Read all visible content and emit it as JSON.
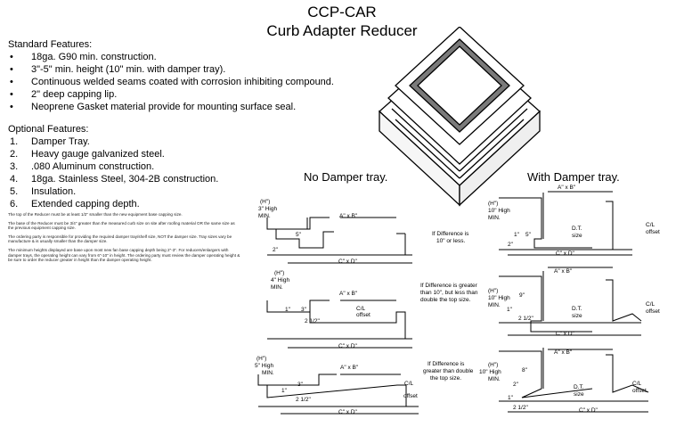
{
  "title": "CCP-CAR",
  "subtitle": "Curb Adapter Reducer",
  "standard": {
    "heading": "Standard Features:",
    "items": [
      "18ga. G90 min. construction.",
      "3\"-5\" min. height (10\" min. with damper tray).",
      "Continuous welded seams coated with corrosion inhibiting compound.",
      "2\" deep capping lip.",
      "Neoprene Gasket material provide for mounting surface seal."
    ]
  },
  "optional": {
    "heading": "Optional Features:",
    "items": [
      {
        "num": "1.",
        "text": "Damper Tray."
      },
      {
        "num": "2.",
        "text": "Heavy gauge galvanized steel."
      },
      {
        "num": "3.",
        "text": ".080 Aluminum construction."
      },
      {
        "num": "4.",
        "text": "18ga. Stainless Steel, 304-2B construction."
      },
      {
        "num": "5.",
        "text": "Insulation."
      },
      {
        "num": "6.",
        "text": "Extended capping depth."
      }
    ]
  },
  "notes": [
    "The top of the Reducer must be at least 1/2\" smaller than the new equipment base capping size.",
    "The base of the Reducer must be 3/4\" greater than the measured curb size on site after roofing material OR the same size as the previous equipment capping size.",
    "The ordering party is responsible for providing the required damper tray/shelf size, NOT the damper size. Tray sizes vary be manufacture & is usually smaller than the damper size.",
    "The minimum heights displayed are base upon most new fan base capping depth being 2\"-3\". For reducers/enlargers with damper trays, the operating height can vary from 6\"-10\" in height. The ordering party must review the damper operating height & be sure to order the reducer greater in height than the damper operating height."
  ],
  "no_damper_heading": "No Damper tray.",
  "with_damper_heading": "With Damper tray.",
  "labels": {
    "h": "(H\")",
    "axb": "A\" x B\"",
    "cxd": "C\" x D\"",
    "cl": "C/L",
    "offset": "offset",
    "dt": "D.T.",
    "size": "size",
    "d5": "5\"",
    "d2": "2\"",
    "d1": "1\"",
    "d3": "3\"",
    "d9": "9\"",
    "d8": "8\"",
    "d2half": "2 1/2\"",
    "nd1_h": "3\" High",
    "nd2_h": "4\" High",
    "nd3_h": "5\" High",
    "min": "MIN.",
    "wd1_h": "10\" High",
    "wd1_min": "MIN."
  },
  "conditions": {
    "c1a": "If Difference is",
    "c1b": "10\" or less.",
    "c2a": "If Difference is greater",
    "c2b": "than 10\", but less than",
    "c2c": "double the top size.",
    "c3a": "If Difference is",
    "c3b": "greater than double",
    "c3c": "the top size."
  }
}
